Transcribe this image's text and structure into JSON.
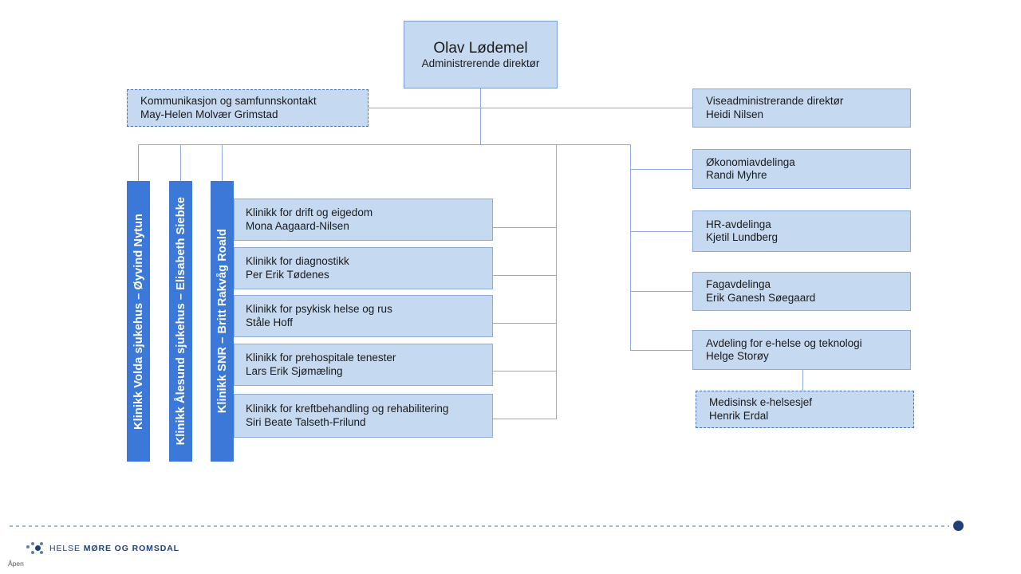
{
  "document": {
    "type": "organizational-chart",
    "classification_label": "Åpen"
  },
  "top": {
    "title": "Olav Lødemel",
    "role": "Administrerende direktør"
  },
  "staff_left": {
    "title": "Kommunikasjon og samfunnskontakt",
    "person": "May-Helen Molvær Grimstad"
  },
  "right_column": [
    {
      "title": "Viseadministrerande direktør",
      "person": "Heidi Nilsen"
    },
    {
      "title": "Økonomiavdelinga",
      "person": "Randi Myhre"
    },
    {
      "title": "HR-avdelinga",
      "person": "Kjetil Lundberg"
    },
    {
      "title": "Fagavdelinga",
      "person": "Erik Ganesh Søegaard"
    },
    {
      "title": "Avdeling for e-helse og teknologi",
      "person": "Helge Storøy"
    }
  ],
  "right_sub": {
    "title": "Medisinsk e-helsesjef",
    "person": "Henrik Erdal"
  },
  "hospital_bars": [
    {
      "label": "Klinikk Volda sjukehus – Øyvind Nytun"
    },
    {
      "label": "Klinikk Ålesund sjukehus – Elisabeth Siebke"
    },
    {
      "label": "Klinikk SNR – Britt Rakvåg Roald"
    }
  ],
  "clinics": [
    {
      "title": "Klinikk for drift og eigedom",
      "person": "Mona Aagaard-Nilsen"
    },
    {
      "title": "Klinikk for diagnostikk",
      "person": "Per Erik Tødenes"
    },
    {
      "title": "Klinikk for psykisk helse og rus",
      "person": "Ståle Hoff"
    },
    {
      "title": "Klinikk for prehospitale tenester",
      "person": "Lars Erik Sjømæling"
    },
    {
      "title": "Klinikk for kreftbehandling og rehabilitering",
      "person": "Siri Beate Talseth-Frilund"
    }
  ],
  "footer": {
    "brand_light": "HELSE ",
    "brand_bold": "MØRE OG ROMSDAL"
  },
  "colors": {
    "box_fill": "#c5d9f1",
    "box_border": "#8eaadb",
    "bar_fill": "#3b78d8",
    "line": "#8eaadb",
    "brand": "#1f3f7a"
  }
}
